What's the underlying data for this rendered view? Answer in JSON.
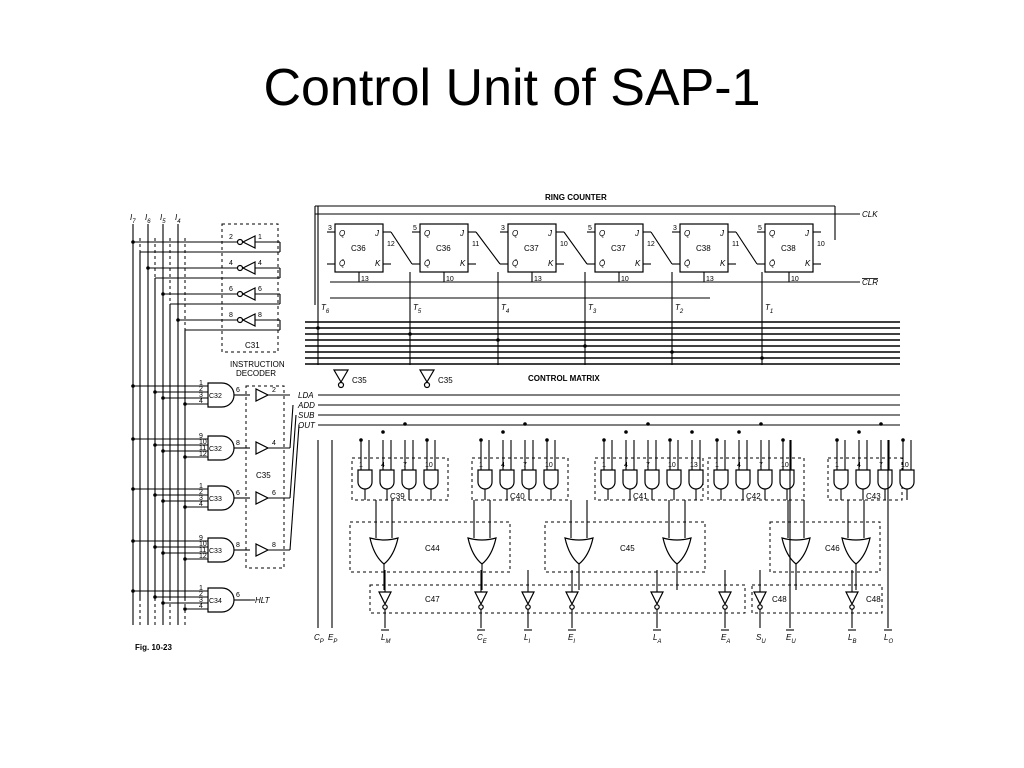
{
  "slide": {
    "title": "Control Unit of SAP-1"
  },
  "schematic": {
    "ring_counter": "RING COUNTER",
    "clk": "CLK",
    "clr": "CLR",
    "instruction_decoder": "INSTRUCTION\nDECODER",
    "control_matrix": "CONTROL MATRIX",
    "figure": "Fig. 10-23",
    "flipflops": [
      "C36",
      "C36",
      "C37",
      "C37",
      "C38",
      "C38"
    ],
    "timing_labels": [
      "T6",
      "T5",
      "T4",
      "T3",
      "T2",
      "T1"
    ],
    "inputs": [
      "I7",
      "I6",
      "I5",
      "I4"
    ],
    "decoder_outputs": [
      "LDA",
      "ADD",
      "SUB",
      "OUT",
      "HLT"
    ],
    "chips": {
      "inverters": "C31",
      "decoder_and": [
        "C32",
        "C32",
        "C33",
        "C33",
        "C34"
      ],
      "buffer": "C35",
      "c35a": "C35",
      "c35b": "C35",
      "nand_banks": [
        "C39",
        "C40",
        "C41",
        "C42",
        "C43"
      ],
      "or_banks": [
        "C44",
        "C45",
        "C46"
      ],
      "out_inv": [
        "C47",
        "C48",
        "C48"
      ]
    },
    "outputs": [
      "CP",
      "EP",
      "LM",
      "CE",
      "LI",
      "EI",
      "LA",
      "EA",
      "SU",
      "EU",
      "LB",
      "LO"
    ]
  }
}
